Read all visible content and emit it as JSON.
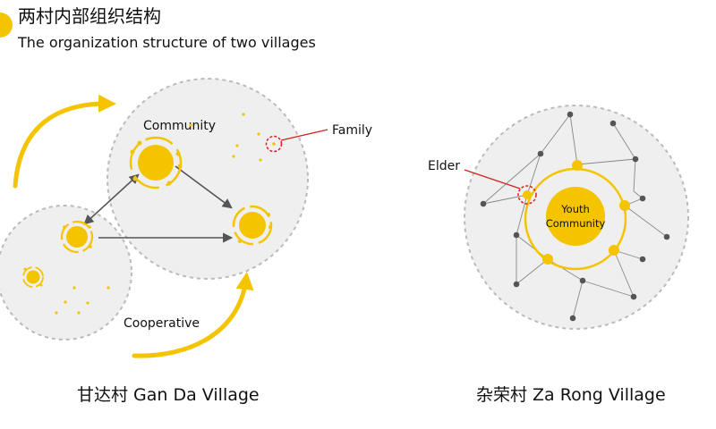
{
  "header": {
    "title_cn": "两村内部组织结构",
    "title_en": "The organization structure of two villages"
  },
  "colors": {
    "accent": "#F5C400",
    "highlight_circle": "#D81E1E",
    "network_node": "#555555",
    "zone_fill": "#EFEFEF",
    "zone_border": "#BBBBBB"
  },
  "gan_da": {
    "caption": "甘达村 Gan Da Village",
    "labels": {
      "community": "Community",
      "family": "Family",
      "cooperative": "Cooperative"
    }
  },
  "za_rong": {
    "caption": "杂荣村 Za Rong Village",
    "labels": {
      "elder": "Elder",
      "youth_line1": "Youth",
      "youth_line2": "Community"
    }
  }
}
